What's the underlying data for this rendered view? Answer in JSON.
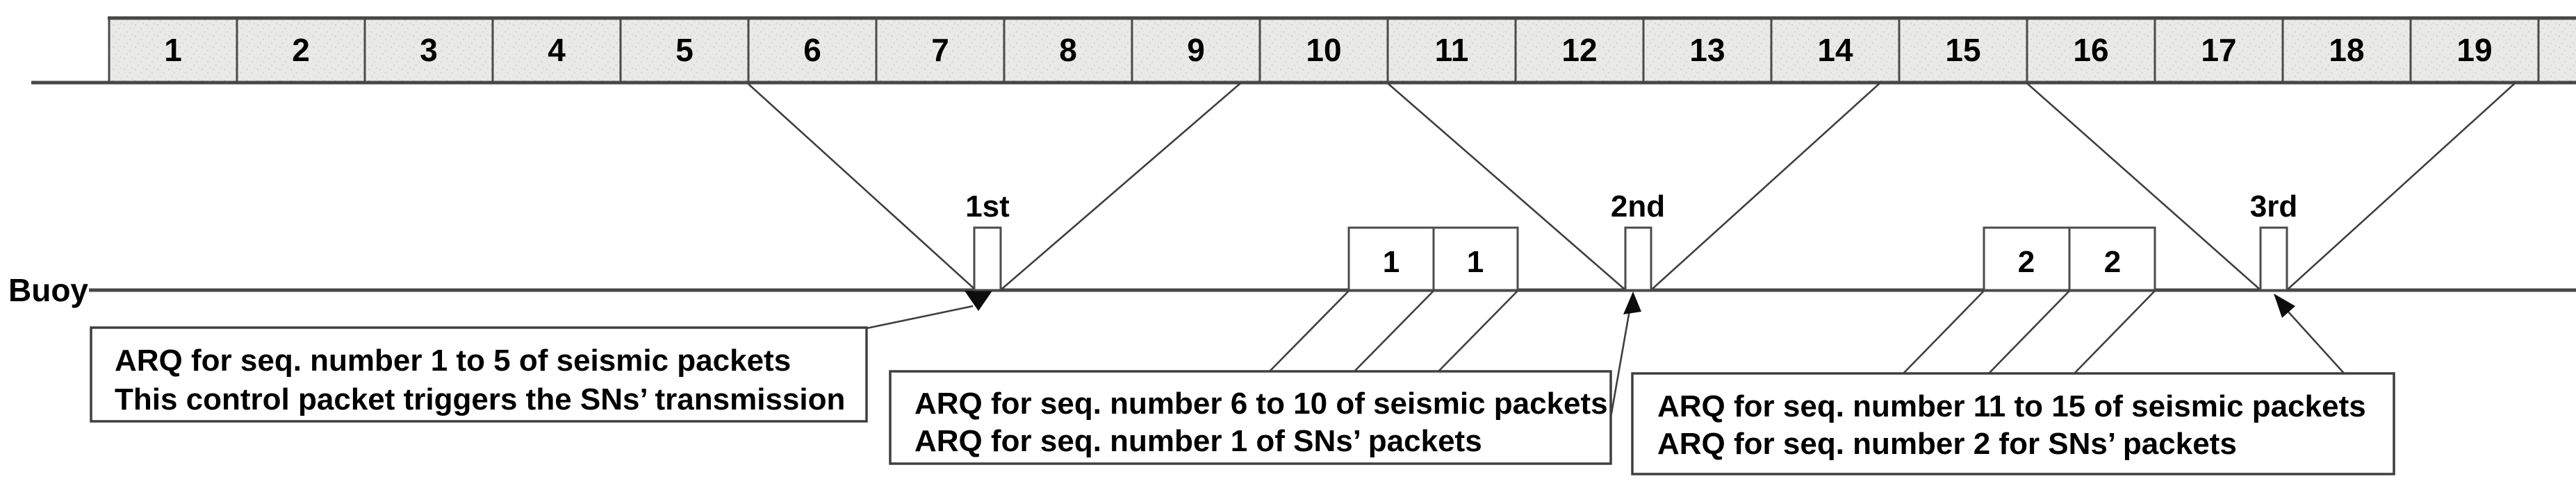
{
  "buoy_label": "Buoy",
  "timeline": {
    "slots": [
      "1",
      "2",
      "3",
      "4",
      "5",
      "6",
      "7",
      "8",
      "9",
      "10",
      "11",
      "12",
      "13",
      "14",
      "15",
      "16",
      "17",
      "18",
      "19"
    ]
  },
  "arq_markers": {
    "first": "1st",
    "second": "2nd",
    "third": "3rd"
  },
  "sn_packet_boxes": {
    "pair1": [
      "1",
      "1"
    ],
    "pair2": [
      "2",
      "2"
    ]
  },
  "annotations": {
    "box1": {
      "line1": "ARQ for seq. number 1 to 5 of seismic packets",
      "line2": "This control packet triggers the SNs’ transmission"
    },
    "box2": {
      "line1": "ARQ for seq. number 6 to 10 of seismic packets",
      "line2": "ARQ for seq. number 1 of SNs’ packets"
    },
    "box3": {
      "line1": "ARQ for seq. number 11 to 15 of seismic packets",
      "line2": "ARQ for seq. number 2 for SNs’ packets"
    }
  },
  "colors": {
    "line": "#474747",
    "thin_line": "#3f3f3f",
    "slot_fill": "#e9e9e7",
    "box_fill": "#ffffff",
    "text": "#000000",
    "background": "#ffffff"
  }
}
